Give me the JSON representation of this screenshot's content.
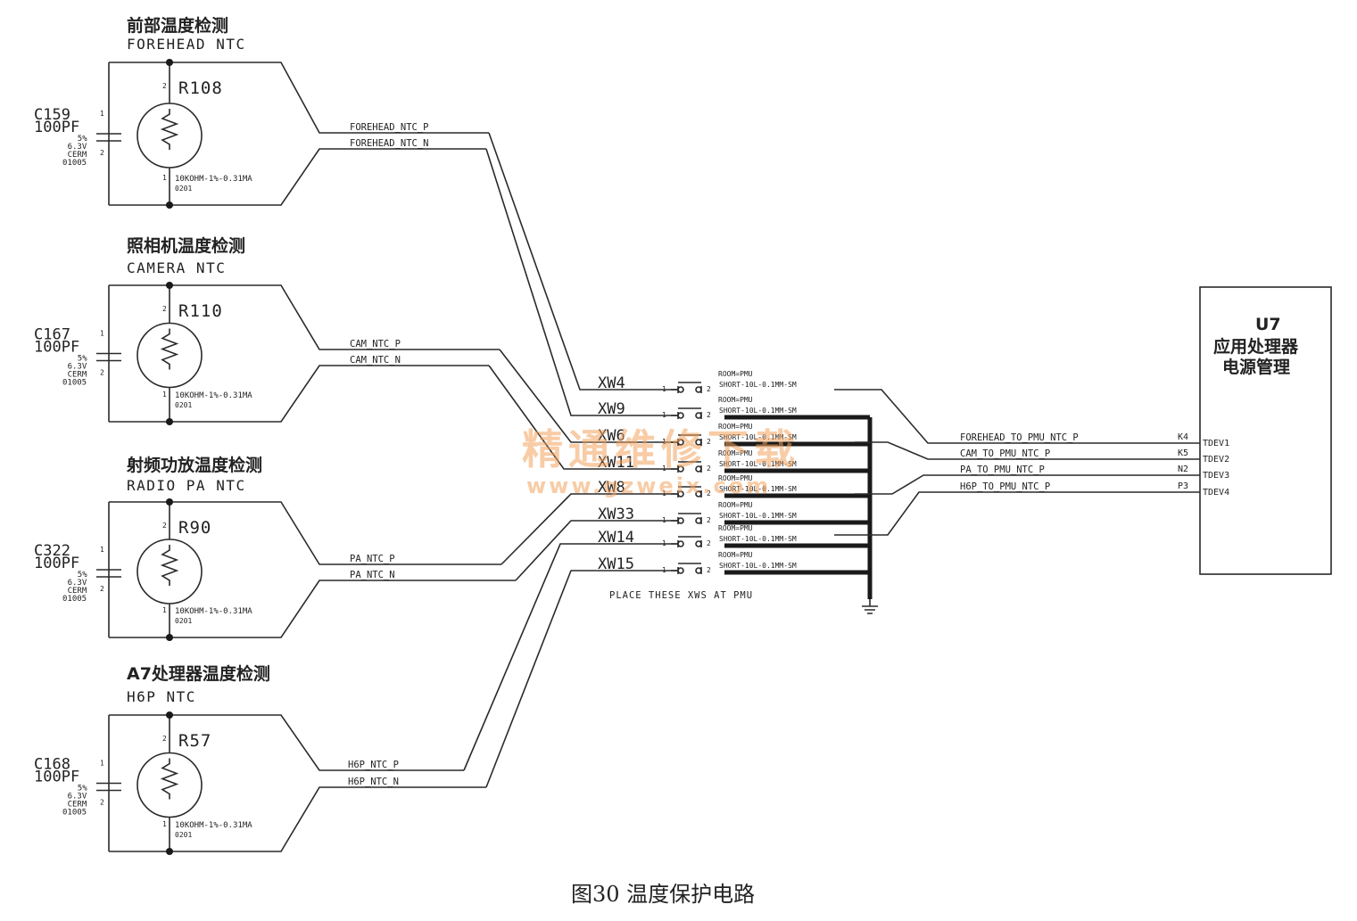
{
  "sections": [
    {
      "title": "前部温度检测",
      "subtitle": "FOREHEAD NTC",
      "resistor": "R108",
      "capacitor": "C159",
      "cap_value": "100PF",
      "cap_specs": [
        "5%",
        "6.3V",
        "CERM",
        "01005"
      ],
      "res_spec": "10KOHM-1%-0.31MA",
      "res_pkg": "0201",
      "net_p": "FOREHEAD_NTC_P",
      "net_n": "FOREHEAD_NTC_N"
    },
    {
      "title": "照相机温度检测",
      "subtitle": "CAMERA NTC",
      "resistor": "R110",
      "capacitor": "C167",
      "cap_value": "100PF",
      "cap_specs": [
        "5%",
        "6.3V",
        "CERM",
        "01005"
      ],
      "res_spec": "10KOHM-1%-0.31MA",
      "res_pkg": "0201",
      "net_p": "CAM_NTC_P",
      "net_n": "CAM_NTC_N"
    },
    {
      "title": "射频功放温度检测",
      "subtitle": "RADIO PA NTC",
      "resistor": "R90",
      "capacitor": "C322",
      "cap_value": "100PF",
      "cap_specs": [
        "5%",
        "6.3V",
        "CERM",
        "01005"
      ],
      "res_spec": "10KOHM-1%-0.31MA",
      "res_pkg": "0201",
      "net_p": "PA_NTC_P",
      "net_n": "PA_NTC_N"
    },
    {
      "title": "A7处理器温度检测",
      "subtitle": "H6P NTC",
      "resistor": "R57",
      "capacitor": "C168",
      "cap_value": "100PF",
      "cap_specs": [
        "5%",
        "6.3V",
        "CERM",
        "01005"
      ],
      "res_spec": "10KOHM-1%-0.31MA",
      "res_pkg": "0201",
      "net_p": "H6P_NTC_P",
      "net_n": "H6P_NTC_N"
    }
  ],
  "pin_labels": {
    "one": "1",
    "two": "2"
  },
  "xw": {
    "items": [
      "XW4",
      "XW9",
      "XW6",
      "XW11",
      "XW8",
      "XW33",
      "XW14",
      "XW15"
    ],
    "room": "ROOM=PMU",
    "part": "SHORT-10L-0.1MM-SM",
    "note": "PLACE THESE XWS AT PMU"
  },
  "pmu_nets": [
    {
      "name": "FOREHEAD_TO_PMU_NTC_P",
      "ball": "K4",
      "pin": "TDEV1"
    },
    {
      "name": "CAM_TO_PMU_NTC_P",
      "ball": "K5",
      "pin": "TDEV2"
    },
    {
      "name": "PA_TO_PMU_NTC_P",
      "ball": "N2",
      "pin": "TDEV3"
    },
    {
      "name": "H6P_TO_PMU_NTC_P",
      "ball": "P3",
      "pin": "TDEV4"
    }
  ],
  "u7": {
    "ref": "U7",
    "line1": "应用处理器",
    "line2": "电源管理"
  },
  "watermark": {
    "cn": "精通维修下载",
    "url": "www.gzweix.com"
  },
  "caption": "图30   温度保护电路"
}
